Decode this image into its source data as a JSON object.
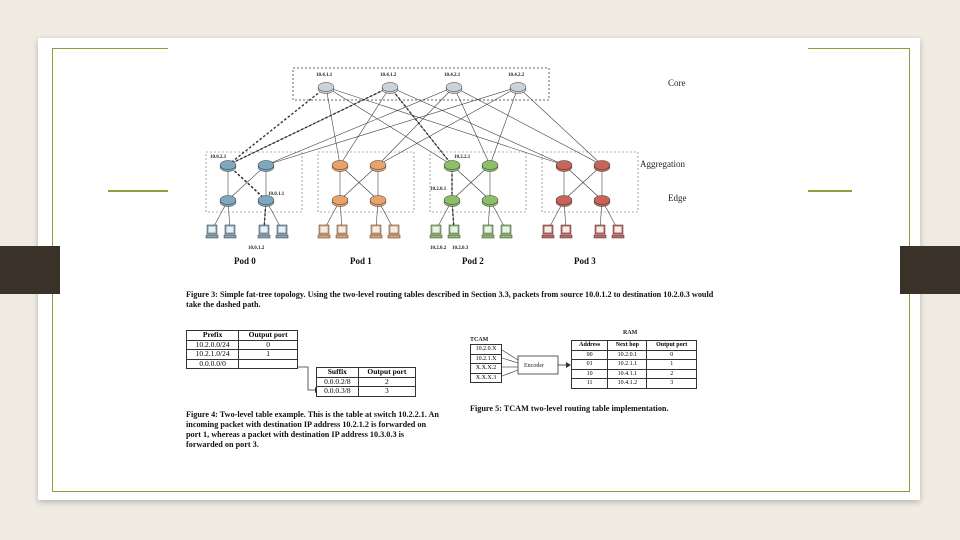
{
  "figure3": {
    "core_label": "Core",
    "aggregation_label": "Aggregation",
    "edge_label": "Edge",
    "core_addresses": [
      "10.4.1.1",
      "10.4.1.2",
      "10.4.2.1",
      "10.4.2.2"
    ],
    "pod0_agg_addr": "10.0.2.1",
    "pod0_edge_addr": "10.0.1.1",
    "pod0_host_addr": "10.0.1.2",
    "pod2_agg_addr": "10.2.2.1",
    "pod2_edge_addr": "10.2.0.1",
    "pod2_host_addrs": [
      "10.2.0.2",
      "10.2.0.3"
    ],
    "pods": [
      "Pod 0",
      "Pod 1",
      "Pod 2",
      "Pod 3"
    ],
    "caption": "Figure 3: Simple fat-tree topology. Using the two-level routing tables described in Section 3.3, packets from source 10.0.1.2 to destination 10.2.0.3 would take the dashed path."
  },
  "figure4": {
    "prefix_headers": [
      "Prefix",
      "Output port"
    ],
    "prefix_rows": [
      [
        "10.2.0.0/24",
        "0"
      ],
      [
        "10.2.1.0/24",
        "1"
      ],
      [
        "0.0.0.0/0",
        ""
      ]
    ],
    "suffix_headers": [
      "Suffix",
      "Output port"
    ],
    "suffix_rows": [
      [
        "0.0.0.2/8",
        "2"
      ],
      [
        "0.0.0.3/8",
        "3"
      ]
    ],
    "caption": "Figure 4: Two-level table example. This is the table at switch 10.2.2.1. An incoming packet with destination IP address 10.2.1.2 is forwarded on port 1, whereas a packet with destination IP address 10.3.0.3 is forwarded on port 3."
  },
  "figure5": {
    "tcam_title": "TCAM",
    "tcam_rows": [
      "10.2.0.X",
      "10.2.1.X",
      "X.X.X.2",
      "X.X.X.3"
    ],
    "encoder_label": "Encoder",
    "ram_title": "RAM",
    "ram_headers": [
      "Address",
      "Next hop",
      "Output port"
    ],
    "ram_rows": [
      [
        "00",
        "10.2.0.1",
        "0"
      ],
      [
        "01",
        "10.2.1.1",
        "1"
      ],
      [
        "10",
        "10.4.1.1",
        "2"
      ],
      [
        "11",
        "10.4.1.2",
        "3"
      ]
    ],
    "caption": "Figure 5: TCAM two-level routing table implementation."
  },
  "colors": {
    "frame": "#8ba03d",
    "pod0": "#7fa7bf",
    "pod1": "#e8a36a",
    "pod2": "#8dbf6a",
    "pod3": "#c9645a",
    "core": "#c9d3d8"
  }
}
